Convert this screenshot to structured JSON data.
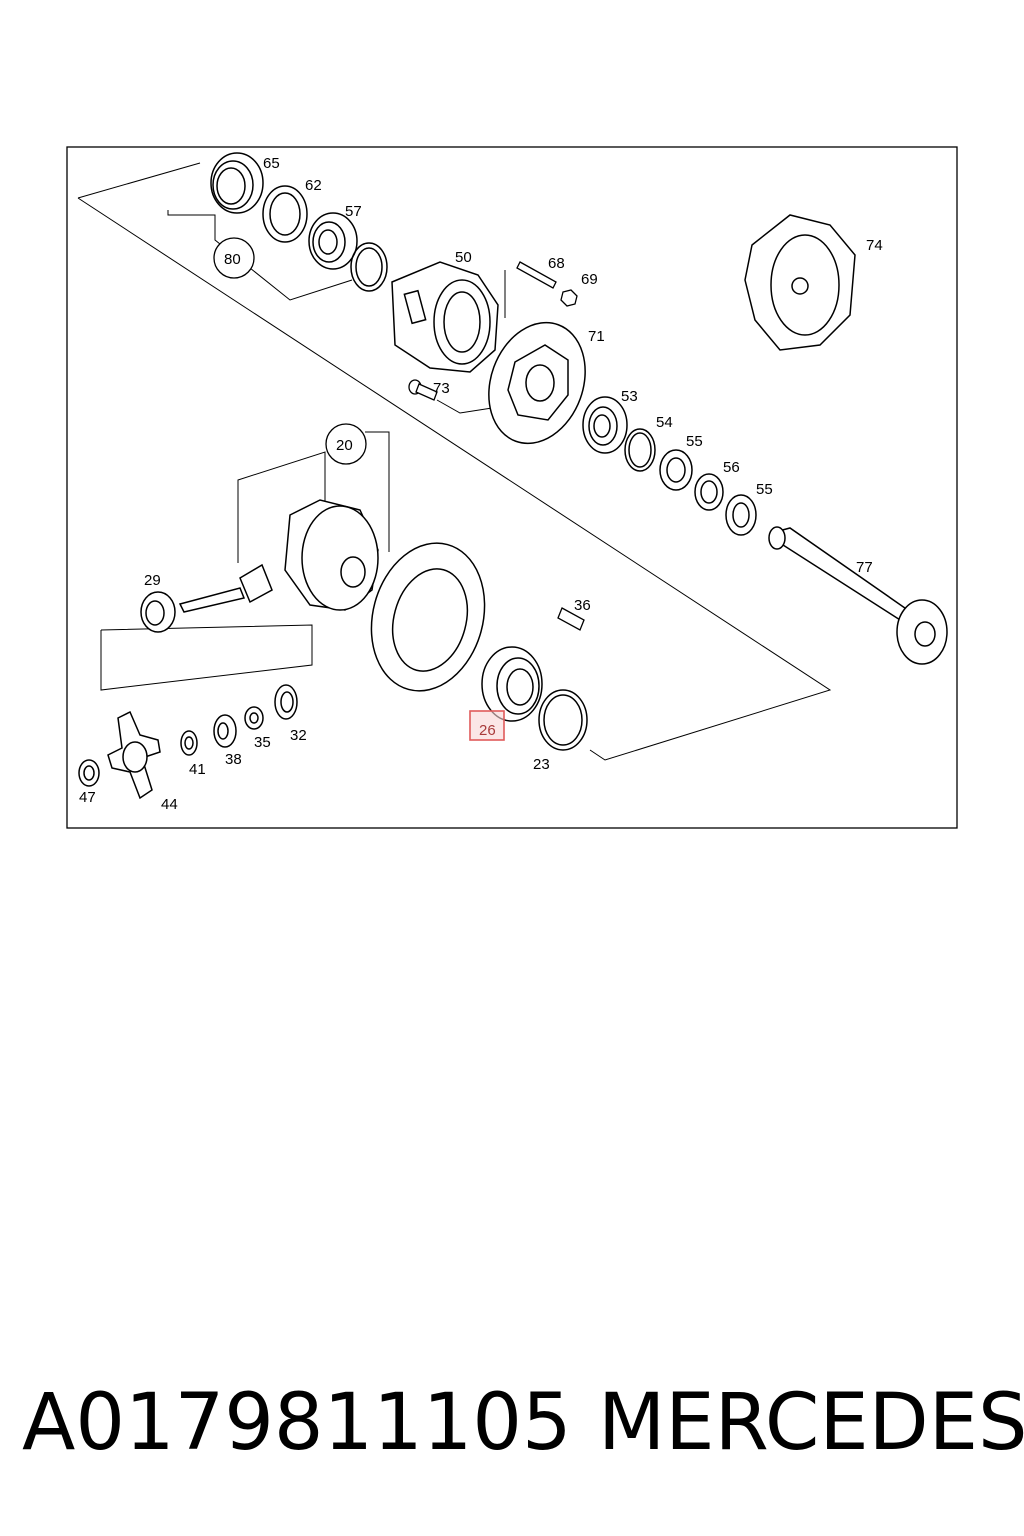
{
  "diagram": {
    "callouts": {
      "65": "65",
      "62": "62",
      "57": "57",
      "80": "80",
      "50": "50",
      "68": "68",
      "69": "69",
      "71": "71",
      "74": "74",
      "73": "73",
      "53": "53",
      "54": "54",
      "55a": "55",
      "56": "56",
      "55b": "55",
      "20": "20",
      "29": "29",
      "36": "36",
      "77": "77",
      "26": "26",
      "23": "23",
      "32": "32",
      "35": "35",
      "38": "38",
      "41": "41",
      "47": "47",
      "44": "44"
    },
    "highlighted_part": "26",
    "highlight_color": "#e05a5a"
  },
  "footer": {
    "part_number": "A0179811105",
    "brand": "MERCEDES"
  }
}
